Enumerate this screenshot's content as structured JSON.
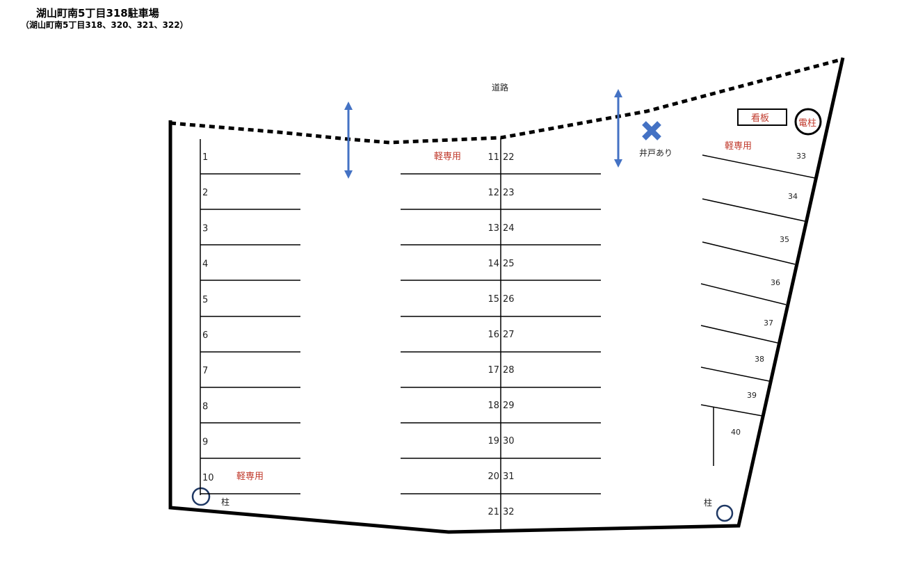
{
  "title": "湖山町南5丁目318駐車場",
  "subtitle": "（湖山町南5丁目318、320、321、322）",
  "road_label": "道路",
  "well_label": "井戸あり",
  "sign_label": "看板",
  "utility_pole_label": "電柱",
  "pillar_label": "柱",
  "kei_only_label": "軽専用",
  "left_spaces": [
    "1",
    "2",
    "3",
    "4",
    "5",
    "6",
    "7",
    "8",
    "9",
    "10"
  ],
  "middle_left_spaces": [
    "11",
    "12",
    "13",
    "14",
    "15",
    "16",
    "17",
    "18",
    "19",
    "20",
    "21"
  ],
  "middle_right_spaces": [
    "22",
    "23",
    "24",
    "25",
    "26",
    "27",
    "28",
    "29",
    "30",
    "31",
    "32"
  ],
  "right_spaces": [
    "33",
    "34",
    "35",
    "36",
    "37",
    "38",
    "39",
    "40"
  ],
  "colors": {
    "arrow": "#4472c4",
    "label_red": "#c0392b",
    "line": "#000000"
  }
}
